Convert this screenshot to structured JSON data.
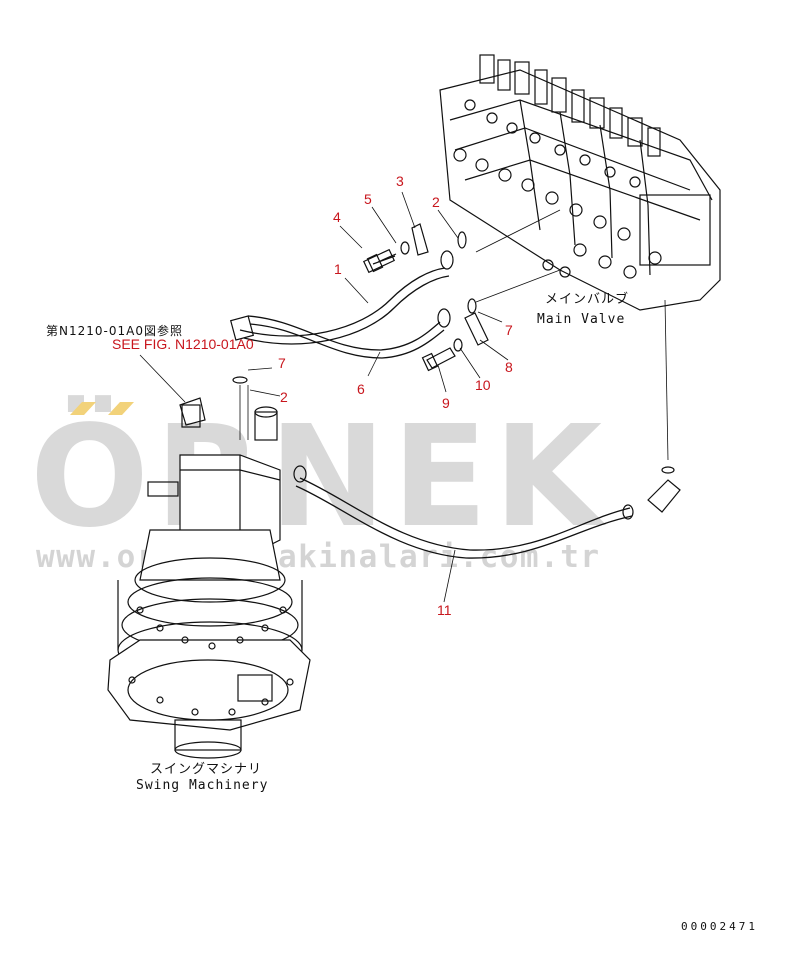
{
  "watermark": {
    "brand": "ÖRNEK",
    "url": "www.ornekismakinalari.com.tr",
    "accent_color": "#f2d27a",
    "text_color": "#d9d9d9"
  },
  "components": {
    "main_valve_jp": "メインバルブ",
    "main_valve_en": "Main Valve",
    "swing_jp": "スイングマシナリ",
    "swing_en": "Swing Machinery"
  },
  "references": {
    "jp": "第N1210-01A0図参照",
    "en": "SEE FIG. N1210-01A0"
  },
  "callouts": [
    "1",
    "2",
    "3",
    "4",
    "5",
    "6",
    "7",
    "8",
    "9",
    "10",
    "11",
    "7",
    "2"
  ],
  "drawing_code": "00002471",
  "colors": {
    "callout": "#c8161d",
    "line": "#111111"
  }
}
